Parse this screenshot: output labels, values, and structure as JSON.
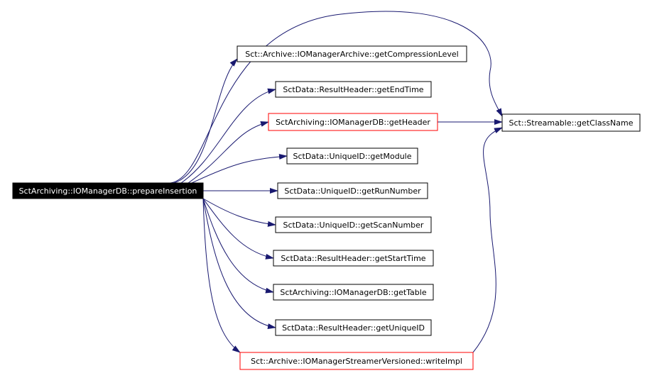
{
  "nodes": [
    {
      "id": "root",
      "label": "SctArchiving::IOManagerDB::prepareInsertion",
      "style": "root"
    },
    {
      "id": "n1",
      "label": "Sct::Archive::IOManagerArchive::getCompressionLevel",
      "style": "normal"
    },
    {
      "id": "n2",
      "label": "SctData::ResultHeader::getEndTime",
      "style": "normal"
    },
    {
      "id": "n3",
      "label": "SctArchiving::IOManagerDB::getHeader",
      "style": "red"
    },
    {
      "id": "n4",
      "label": "SctData::UniqueID::getModule",
      "style": "normal"
    },
    {
      "id": "n5",
      "label": "SctData::UniqueID::getRunNumber",
      "style": "normal"
    },
    {
      "id": "n6",
      "label": "SctData::UniqueID::getScanNumber",
      "style": "normal"
    },
    {
      "id": "n7",
      "label": "SctData::ResultHeader::getStartTime",
      "style": "normal"
    },
    {
      "id": "n8",
      "label": "SctArchiving::IOManagerDB::getTable",
      "style": "normal"
    },
    {
      "id": "n9",
      "label": "SctData::ResultHeader::getUniqueID",
      "style": "normal"
    },
    {
      "id": "n10",
      "label": "Sct::Archive::IOManagerStreamerVersioned::writeImpl",
      "style": "red"
    },
    {
      "id": "cls",
      "label": "Sct::Streamable::getClassName",
      "style": "normal"
    }
  ],
  "edges": [
    {
      "from": "root",
      "to": "n1"
    },
    {
      "from": "root",
      "to": "n2"
    },
    {
      "from": "root",
      "to": "n3"
    },
    {
      "from": "root",
      "to": "n4"
    },
    {
      "from": "root",
      "to": "n5"
    },
    {
      "from": "root",
      "to": "n6"
    },
    {
      "from": "root",
      "to": "n7"
    },
    {
      "from": "root",
      "to": "n8"
    },
    {
      "from": "root",
      "to": "n9"
    },
    {
      "from": "root",
      "to": "n10"
    },
    {
      "from": "root",
      "to": "cls"
    },
    {
      "from": "n3",
      "to": "cls"
    },
    {
      "from": "n10",
      "to": "cls"
    }
  ],
  "colors": {
    "edge": "#191970",
    "normal_border": "#000000",
    "red_border": "#ff0000",
    "root_fill": "#000000",
    "root_text": "#ffffff",
    "text": "#000000"
  }
}
